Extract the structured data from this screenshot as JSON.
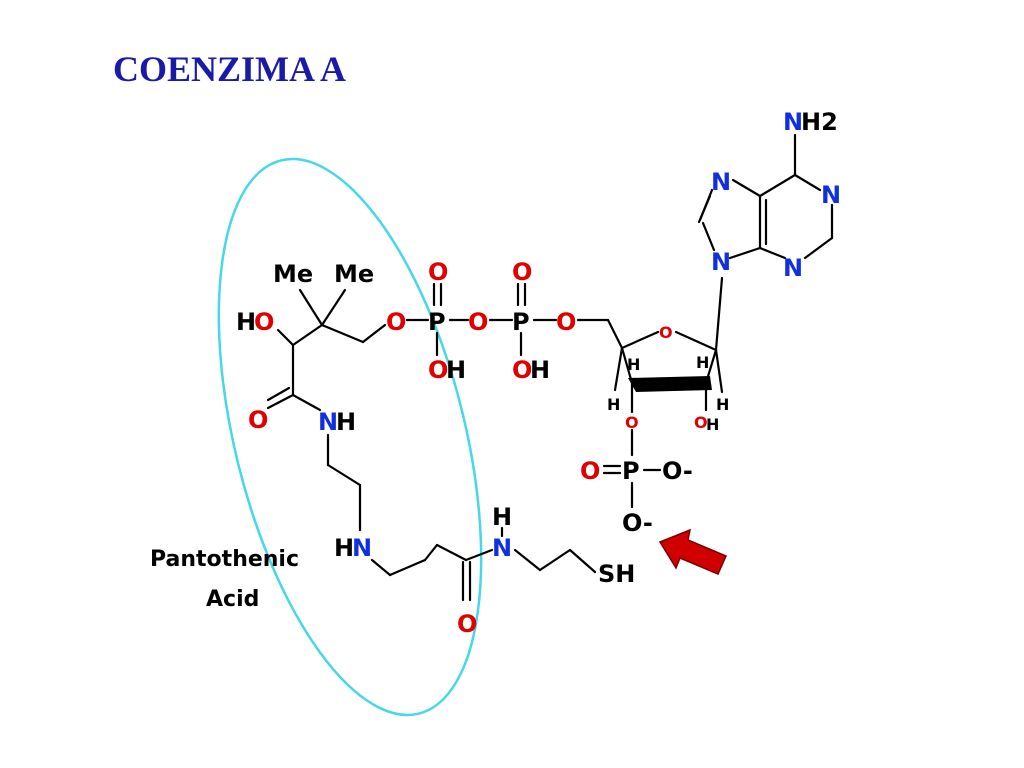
{
  "title": "COENZIMA A",
  "colors": {
    "title": "#1a1aa8",
    "oxygen": "#e00000",
    "nitrogen": "#1030e0",
    "carbon_bonds": "#000000",
    "ellipse": "#44d8e8",
    "arrow": "#d00000"
  },
  "label": {
    "line1": "Pantothenic",
    "line2": "Acid"
  },
  "atoms": {
    "me1": "Me",
    "me2": "Me",
    "h_ho": "H",
    "o_ho": "O",
    "o_carbonyl1": "O",
    "n_amide1": "N",
    "h_amide1": "H",
    "h_amine2": "H",
    "n_amine2": "N",
    "o_ester": "O",
    "p1": "P",
    "o_p1_top": "O",
    "o_p1_bridge": "O",
    "o_p1_oh": "O",
    "h_p1_oh": "H",
    "p2": "P",
    "o_p2_top": "O",
    "o_p2_right": "O",
    "o_p2_oh": "O",
    "h_p2_oh": "H",
    "o_ring": "O",
    "h_ring1": "H",
    "h_ring2": "H",
    "h_ring3": "H",
    "h_ring4": "H",
    "o_3p": "O",
    "o_oh_ring": "O",
    "h_oh_ring": "H",
    "o_p3_left": "O",
    "p3": "P",
    "o_p3_right": "O-",
    "o_p3_bottom": "O-",
    "h_amide2": "H",
    "n_amide2": "N",
    "o_carbonyl2": "O",
    "sh": "SH",
    "n_nh2": "N",
    "h2_nh2": "H2",
    "n_purine1": "N",
    "n_purine2": "N",
    "n_purine3": "N",
    "n_purine4": "N"
  }
}
